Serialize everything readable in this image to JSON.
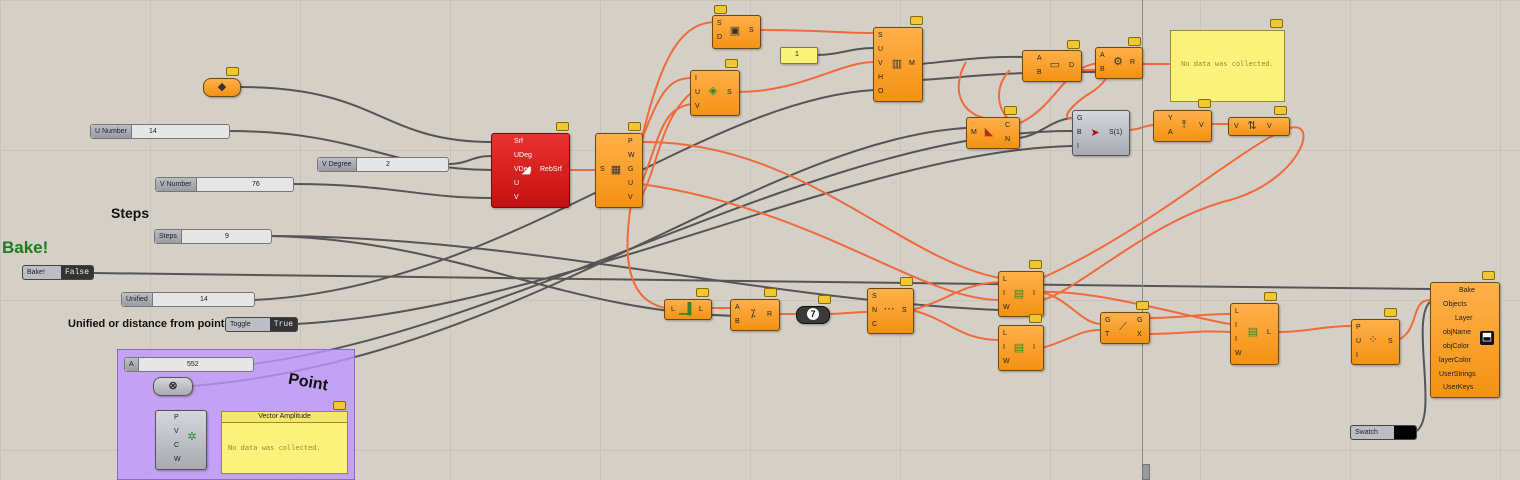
{
  "labels": {
    "steps_heading": "Steps",
    "bake_heading": "Bake!",
    "unified_heading": "Unified or distance from point",
    "point_heading": "Point"
  },
  "sliders": {
    "u_number": {
      "label": "U Number",
      "value": "14"
    },
    "v_degree": {
      "label": "V Degree",
      "value": "2"
    },
    "v_number": {
      "label": "V Number",
      "value": "76"
    },
    "steps": {
      "label": "Steps",
      "value": "9"
    },
    "unified": {
      "label": "Unified",
      "value": "14"
    },
    "a": {
      "label": "A",
      "value": "552"
    }
  },
  "toggles": {
    "bake": {
      "label": "Bake!",
      "value": "False"
    },
    "toggle": {
      "label": "Toggle",
      "value": "True"
    }
  },
  "swatch": {
    "label": "Swatch"
  },
  "panels": {
    "top_right": {
      "text": "No data was collected."
    },
    "vector_amplitude": {
      "title": "Vector Amplitude",
      "text": "No data was collected."
    }
  },
  "number_param": {
    "value": "1"
  },
  "number_seven": {
    "value": "7"
  },
  "rebuild": {
    "inputs": [
      "Srf",
      "UDeg",
      "VDeg",
      "U",
      "V"
    ],
    "output": "RebSrf"
  },
  "divide": {
    "input": "S",
    "outputs": [
      "P",
      "W",
      "G",
      "U",
      "V"
    ]
  },
  "top_comp": {
    "inputs": [
      "S",
      "D"
    ],
    "output": "S"
  },
  "mid_comp": {
    "inputs": [
      "I",
      "U",
      "V"
    ],
    "output": "S"
  },
  "big_comp": {
    "inputs": [
      "S",
      "U",
      "V",
      "H",
      "O"
    ],
    "output": "M"
  },
  "comp_ab": {
    "inputs": [
      "A",
      "B"
    ],
    "output": "D"
  },
  "comp_ab2": {
    "inputs": [
      "A",
      "B"
    ],
    "output": "R"
  },
  "comp_mcn": {
    "inputs": [
      "M"
    ],
    "outputs": [
      "C",
      "N"
    ]
  },
  "grey_comp": {
    "inputs": [
      "G",
      "B",
      "I"
    ],
    "output": "S(1)"
  },
  "comp_ya": {
    "inputs": [
      "Y",
      "A"
    ],
    "output": "V"
  },
  "comp_vv": {
    "inputs": [
      "V"
    ],
    "output": "V"
  },
  "comp_l": {
    "inputs": [
      "L"
    ],
    "output": "L"
  },
  "comp_abr": {
    "inputs": [
      "A",
      "B"
    ],
    "output": "R"
  },
  "comp_snc": {
    "inputs": [
      "S",
      "N",
      "C"
    ],
    "output": "S"
  },
  "comp_liw1": {
    "inputs": [
      "L",
      "I",
      "W"
    ],
    "output": "I"
  },
  "comp_liw2": {
    "inputs": [
      "L",
      "I",
      "W"
    ],
    "output": "I"
  },
  "comp_gt": {
    "inputs": [
      "G",
      "T"
    ],
    "outputs": [
      "G",
      "X"
    ]
  },
  "comp_liiw": {
    "inputs": [
      "L",
      "I",
      "I",
      "W"
    ],
    "output": "L"
  },
  "comp_pui": {
    "inputs": [
      "P",
      "U",
      "I"
    ],
    "output": "S"
  },
  "bake_comp": {
    "inputs": [
      "Bake",
      "Objects",
      "Layer",
      "objName",
      "objColor",
      "layerColor",
      "UserStrings",
      "UserKeys"
    ]
  },
  "point_comp": {
    "inputs": [
      "P",
      "V",
      "C",
      "W"
    ]
  }
}
